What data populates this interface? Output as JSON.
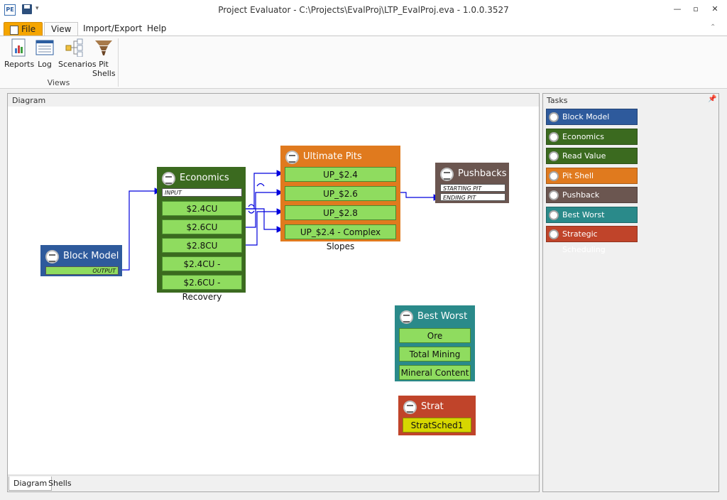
{
  "titlebar": {
    "app_icon": "PE",
    "title": "Project Evaluator - C:\\Projects\\EvalProj\\LTP_EvalProj.eva - 1.0.0.3527",
    "qa_arrow": "▾",
    "minimize": "—",
    "restore": "▫",
    "close": "✕",
    "collapse": "⌃"
  },
  "ribbon": {
    "tabs": [
      "File",
      "View",
      "Import/Export",
      "Help"
    ],
    "group_label": "Views",
    "buttons": [
      {
        "label": "Reports",
        "icon": "reports-icon"
      },
      {
        "label": "Log",
        "icon": "log-icon"
      },
      {
        "label": "Scenarios",
        "icon": "scenarios-icon"
      },
      {
        "label": "Pit\nShells",
        "icon": "pit-shells-icon"
      }
    ]
  },
  "diagram": {
    "header": "Diagram",
    "bottom_tabs": [
      "Diagram",
      "Shells"
    ],
    "nodes": {
      "block_model": {
        "title": "Block Model",
        "color": "#2e5a9c",
        "ports": [
          "OUTPUT"
        ]
      },
      "economics": {
        "title": "Economics",
        "color": "#3b6a1f",
        "ports": [
          "INPUT"
        ],
        "items": [
          "$2.4CU",
          "$2.6CU",
          "$2.8CU",
          "$2.4CU - Recovery",
          "$2.6CU - Recovery"
        ]
      },
      "ultimate_pits": {
        "title": "Ultimate Pits",
        "color": "#e07a1e",
        "items": [
          "UP_$2.4",
          "UP_$2.6",
          "UP_$2.8",
          "UP_$2.4 - Complex Slopes"
        ]
      },
      "pushbacks": {
        "title": "Pushbacks",
        "color": "#6b5650",
        "ports": [
          "STARTING PIT",
          "ENDING PIT"
        ]
      },
      "best_worst": {
        "title": "Best Worst",
        "color": "#2a8a8a",
        "items": [
          "Ore",
          "Total Mining",
          "Mineral Content"
        ]
      },
      "strat_sched": {
        "title": "Strat Sched",
        "color": "#c0442a",
        "items": [
          "StratSched1"
        ]
      }
    }
  },
  "tasks": {
    "header": "Tasks",
    "pin": "📌",
    "items": [
      {
        "label": "Block Model Source",
        "color": "#2e5a9c"
      },
      {
        "label": "Economics",
        "color": "#3b6a1f"
      },
      {
        "label": "Read Value",
        "color": "#3b6a1f"
      },
      {
        "label": "Pit Shell Generation",
        "color": "#e07a1e"
      },
      {
        "label": "Pushback",
        "color": "#6b5650"
      },
      {
        "label": "Best Worst Analysis",
        "color": "#2a8a8a"
      },
      {
        "label": "Strategic Scheduling",
        "color": "#c0442a"
      }
    ]
  },
  "connector_color": "#0000dd"
}
